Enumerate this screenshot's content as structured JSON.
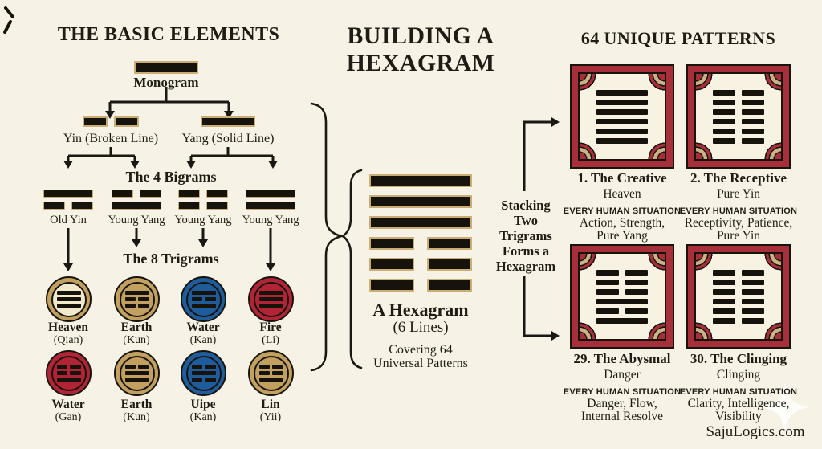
{
  "page": {
    "background": "#f6f3e6",
    "ink": "#201c15",
    "bar_color": "#16120c",
    "bar_border_color": "#c9ad72",
    "card_frame_color": "#a72f39"
  },
  "left": {
    "title": "THE BASIC ELEMENTS",
    "monogram": {
      "label": "Monogram",
      "pattern": [
        "S"
      ]
    },
    "yin": {
      "label": "Yin (Broken Line)",
      "pattern": [
        "B"
      ]
    },
    "yang": {
      "label": "Yang (Solid Line)",
      "pattern": [
        "S"
      ]
    },
    "bigrams_title": "The 4 Bigrams",
    "bigrams": [
      {
        "label": "Old Yin",
        "pattern": [
          "S",
          "B"
        ]
      },
      {
        "label": "Young Yang",
        "pattern": [
          "B",
          "S"
        ]
      },
      {
        "label": "Young Yang",
        "pattern": [
          "B",
          "B"
        ]
      },
      {
        "label": "Young Yang",
        "pattern": [
          "S",
          "S"
        ]
      }
    ],
    "trigrams_title": "The 8 Trigrams",
    "trigrams": [
      {
        "name": "Heaven",
        "sub": "(Qian)",
        "ring": "#c2a05f",
        "fill": "#f2e9cc",
        "pattern": [
          "S",
          "S",
          "S"
        ]
      },
      {
        "name": "Earth",
        "sub": "(Kun)",
        "ring": "#c2a05f",
        "fill": "#c2a05f",
        "pattern": [
          "S",
          "B",
          "B"
        ]
      },
      {
        "name": "Water",
        "sub": "(Kan)",
        "ring": "#1e5c9c",
        "fill": "#1e5c9c",
        "pattern": [
          "S",
          "B",
          "S"
        ]
      },
      {
        "name": "Fire",
        "sub": "(Li)",
        "ring": "#b12436",
        "fill": "#b12436",
        "pattern": [
          "S",
          "S",
          "S"
        ]
      },
      {
        "name": "Water",
        "sub": "(Gan)",
        "ring": "#b12436",
        "fill": "#b12436",
        "pattern": [
          "B",
          "B",
          "S"
        ]
      },
      {
        "name": "Earth",
        "sub": "(Kun)",
        "ring": "#c2a05f",
        "fill": "#c2a05f",
        "pattern": [
          "B",
          "S",
          "S"
        ]
      },
      {
        "name": "Uipe",
        "sub": "(Kan)",
        "ring": "#1e5c9c",
        "fill": "#1e5c9c",
        "pattern": [
          "B",
          "S",
          "B"
        ]
      },
      {
        "name": "Lin",
        "sub": "(Yii)",
        "ring": "#c2a05f",
        "fill": "#c2a05f",
        "pattern": [
          "B",
          "B",
          "S"
        ]
      }
    ]
  },
  "center": {
    "title_line1": "BUILDING A",
    "title_line2": "HEXAGRAM",
    "hexagram_pattern": [
      "S",
      "S",
      "S",
      "B",
      "B",
      "B"
    ],
    "caption_title": "A Hexagram",
    "caption_sub": "(6 Lines)",
    "note_line1": "Covering 64",
    "note_line2": "Universal Patterns",
    "stacking_lines": [
      "Stacking",
      "Two",
      "Trigrams",
      "Forms a",
      "Hexagram"
    ]
  },
  "right": {
    "title": "64 UNIQUE PATTERNS",
    "cards": [
      {
        "title": "1. The Creative",
        "subtitle": "Heaven",
        "situation": "EVERY HUMAN SITUATION",
        "traits": [
          "Action, Strength,",
          "Pure Yang"
        ],
        "pattern": [
          "S",
          "S",
          "S",
          "S",
          "S",
          "S"
        ]
      },
      {
        "title": "2. The Receptive",
        "subtitle": "Pure Yin",
        "situation": "EVERY HUMAN SITUATION",
        "traits": [
          "Receptivity, Patience,",
          "Pure Yin"
        ],
        "pattern": [
          "B",
          "B",
          "B",
          "B",
          "B",
          "B"
        ]
      },
      {
        "title": "29. The Abysmal",
        "subtitle": "Danger",
        "situation": "EVERY HUMAN SITUATION",
        "traits": [
          "Danger, Flow,",
          "Internal Resolve"
        ],
        "pattern": [
          "B",
          "B",
          "B",
          "S",
          "B",
          "S"
        ]
      },
      {
        "title": "30. The Clinging",
        "subtitle": "Clinging",
        "situation": "EVERY HUMAN SITUATION",
        "traits": [
          "Clarity, Intelligence,",
          "Visibility"
        ],
        "pattern": [
          "B",
          "B",
          "B",
          "B",
          "B",
          "B"
        ]
      }
    ]
  },
  "footer": {
    "site": "SajuLogics.com"
  }
}
